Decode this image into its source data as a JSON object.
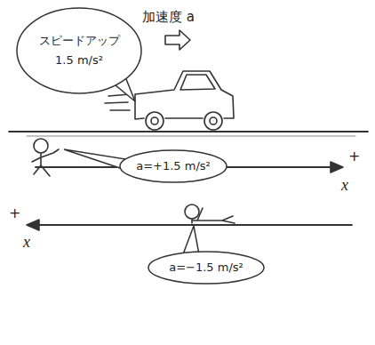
{
  "diagram": {
    "nodes": [
      {
        "text": [
          "スピードアップ 1.5 m/s²"
        ]
      },
      {
        "text": [
          "a=+1.5 m/s²"
        ]
      },
      {
        "text": [
          "a=−1.5 m/s²"
        ]
      }
    ],
    "labels": [
      "加速度 a",
      "+",
      "x",
      "+",
      "x"
    ]
  }
}
